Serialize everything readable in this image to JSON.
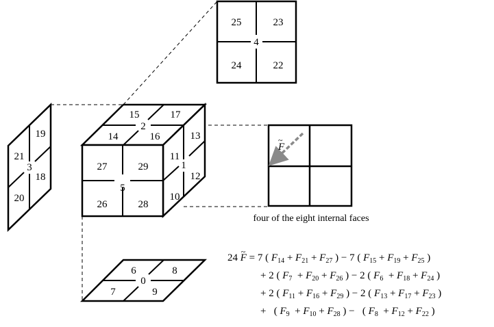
{
  "cube_front": {
    "center": "5",
    "cells": [
      "27",
      "29",
      "26",
      "28"
    ]
  },
  "cube_top": {
    "center": "2",
    "cells": [
      "15",
      "17",
      "14",
      "16"
    ]
  },
  "cube_right": {
    "center": "1",
    "cells": [
      "11",
      "13",
      "10",
      "12"
    ]
  },
  "face_top": {
    "center": "4",
    "cells": [
      "25",
      "23",
      "24",
      "22"
    ]
  },
  "face_left": {
    "center": "3",
    "cells": [
      "19",
      "21",
      "18",
      "20"
    ]
  },
  "face_bottom": {
    "center": "0",
    "cells": [
      "6",
      "8",
      "7",
      "9"
    ]
  },
  "internal_faces": {
    "caption": "four of the eight internal faces",
    "vector_symbol": "F"
  },
  "equation": {
    "lhs_coeff": "24",
    "lines": [
      {
        "c1": "7",
        "a": "14",
        "b": "21",
        "c": "27",
        "c2": "7",
        "d": "15",
        "e": "19",
        "f": "25"
      },
      {
        "c1": "2",
        "a": "7",
        "b": "20",
        "c": "26",
        "c2": "2",
        "d": "6",
        "e": "18",
        "f": "24"
      },
      {
        "c1": "2",
        "a": "11",
        "b": "16",
        "c": "29",
        "c2": "2",
        "d": "13",
        "e": "17",
        "f": "23"
      },
      {
        "c1": "",
        "a": "9",
        "b": "10",
        "c": "28",
        "c2": "",
        "d": "8",
        "e": "12",
        "f": "22"
      }
    ]
  }
}
